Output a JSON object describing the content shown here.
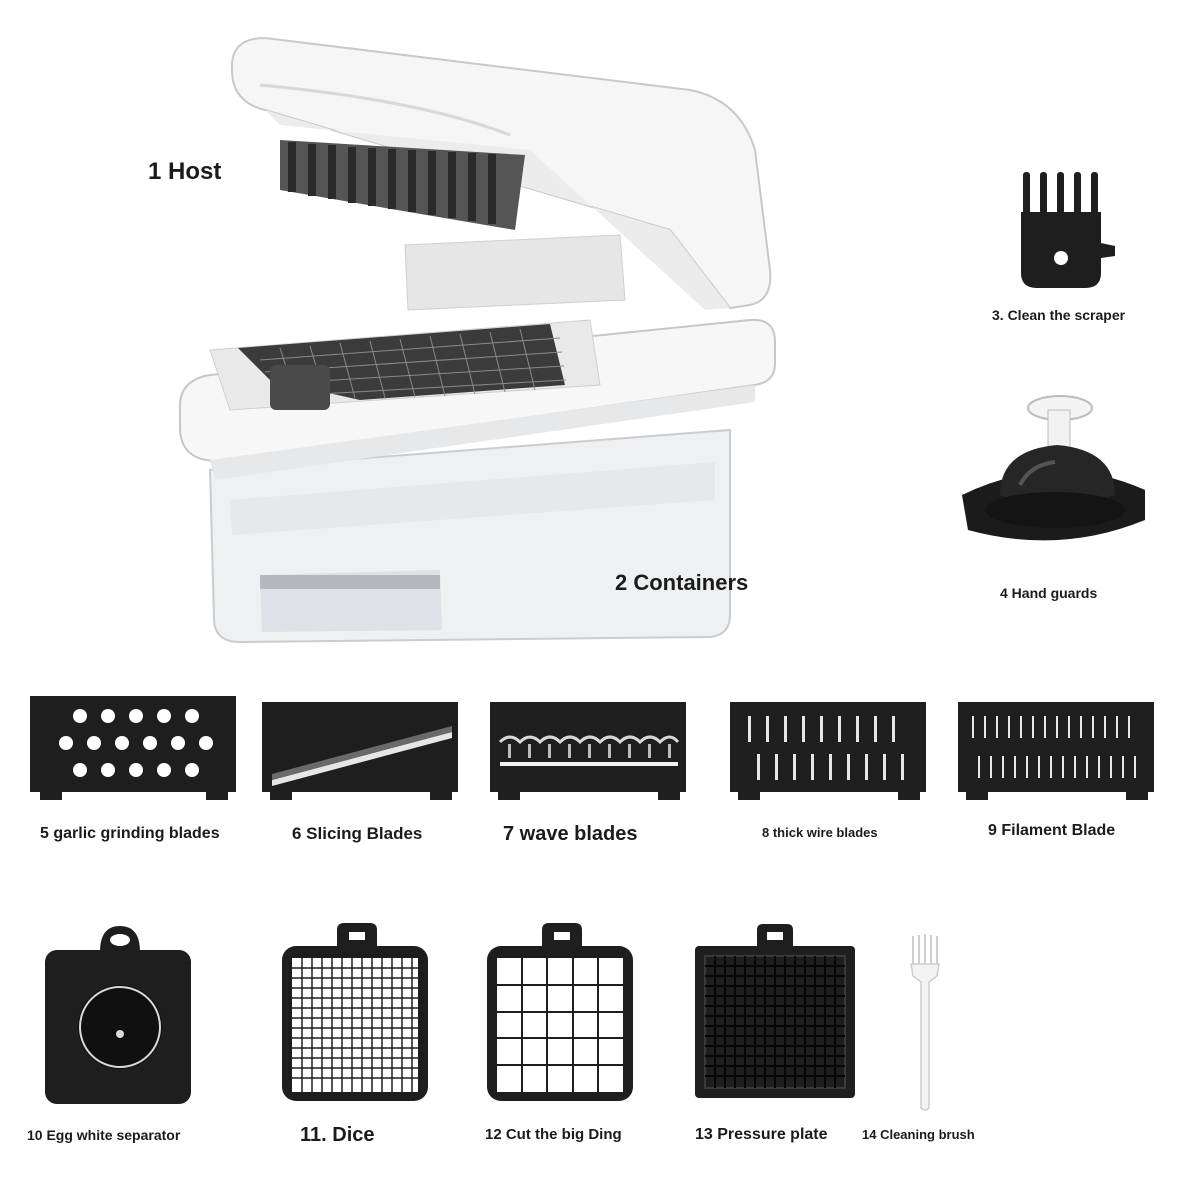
{
  "labels": {
    "host": "1 Host",
    "containers": "2 Containers",
    "scraper": "3. Clean the scraper",
    "hand_guards": "4 Hand guards",
    "garlic": "5 garlic grinding blades",
    "slicing": "6 Slicing Blades",
    "wave": "7 wave blades",
    "thick_wire": "8 thick wire blades",
    "filament": "9 Filament Blade",
    "egg": "10 Egg white separator",
    "dice": "11. Dice",
    "big_ding": "12 Cut the big Ding",
    "pressure": "13 Pressure plate",
    "brush": "14 Cleaning brush"
  },
  "colors": {
    "background": "#ffffff",
    "accessory_black": "#1e1e1e",
    "host_white": "#f6f6f6",
    "text": "#1b1b1b"
  }
}
